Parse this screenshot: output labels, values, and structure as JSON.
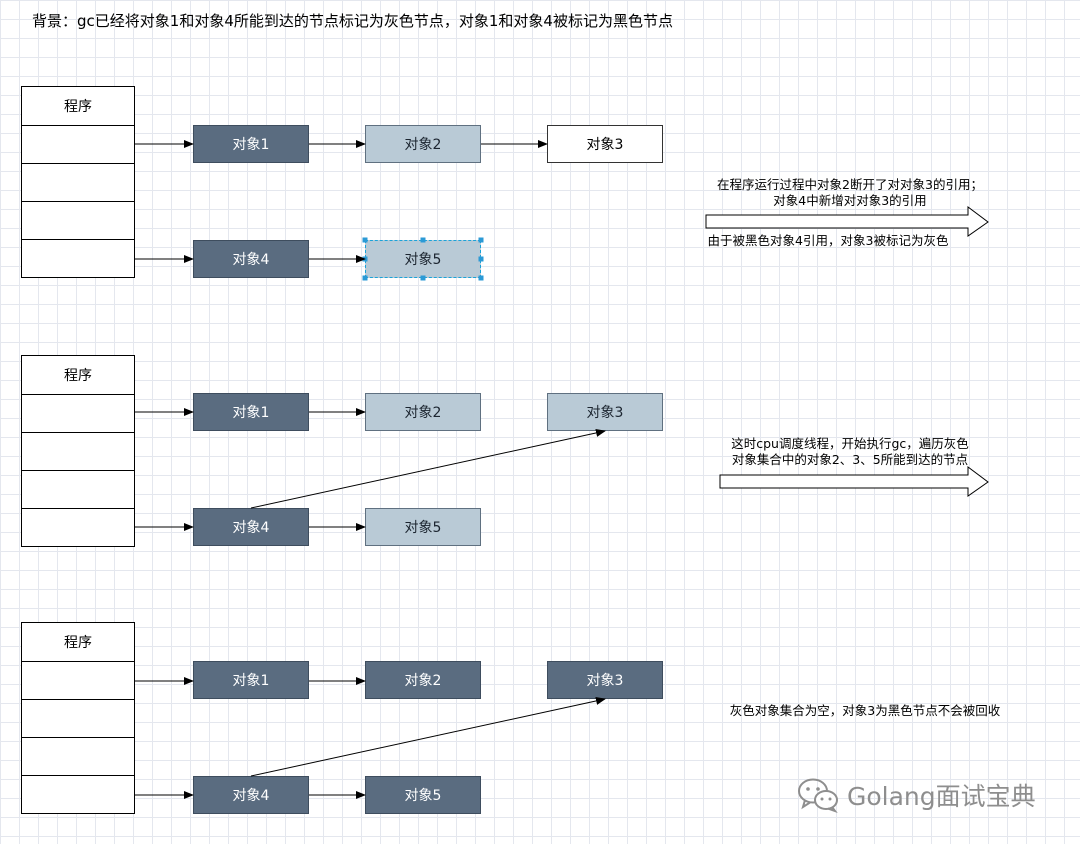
{
  "title": "背景：gc已经将对象1和对象4所能到达的节点标记为灰色节点，对象1和对象4被标记为黑色节点",
  "program_label": "程序",
  "watermark": {
    "text": "Golang面试宝典",
    "icon": "wechat-icon"
  },
  "colors": {
    "black_node": "#5a6c80",
    "gray_node": "#b9cad6",
    "white_node": "#ffffff",
    "grid": "#e4e7ee"
  },
  "panels": [
    {
      "nodes": [
        {
          "label": "对象1",
          "color": "black"
        },
        {
          "label": "对象2",
          "color": "gray"
        },
        {
          "label": "对象3",
          "color": "white"
        },
        {
          "label": "对象4",
          "color": "black"
        },
        {
          "label": "对象5",
          "color": "gray"
        }
      ],
      "note_above": [
        "在程序运行过程中对象2断开了对对象3的引用；",
        "对象4中新增对对象3的引用"
      ],
      "note_below": "由于被黑色对象4引用，对象3被标记为灰色"
    },
    {
      "nodes": [
        {
          "label": "对象1",
          "color": "black"
        },
        {
          "label": "对象2",
          "color": "gray"
        },
        {
          "label": "对象3",
          "color": "gray"
        },
        {
          "label": "对象4",
          "color": "black"
        },
        {
          "label": "对象5",
          "color": "gray"
        }
      ],
      "note_above": [
        "这时cpu调度线程，开始执行gc，遍历灰色",
        "对象集合中的对象2、3、5所能到达的节点"
      ]
    },
    {
      "nodes": [
        {
          "label": "对象1",
          "color": "black"
        },
        {
          "label": "对象2",
          "color": "black"
        },
        {
          "label": "对象3",
          "color": "black"
        },
        {
          "label": "对象4",
          "color": "black"
        },
        {
          "label": "对象5",
          "color": "black"
        }
      ],
      "note": "灰色对象集合为空，对象3为黑色节点不会被回收"
    }
  ]
}
